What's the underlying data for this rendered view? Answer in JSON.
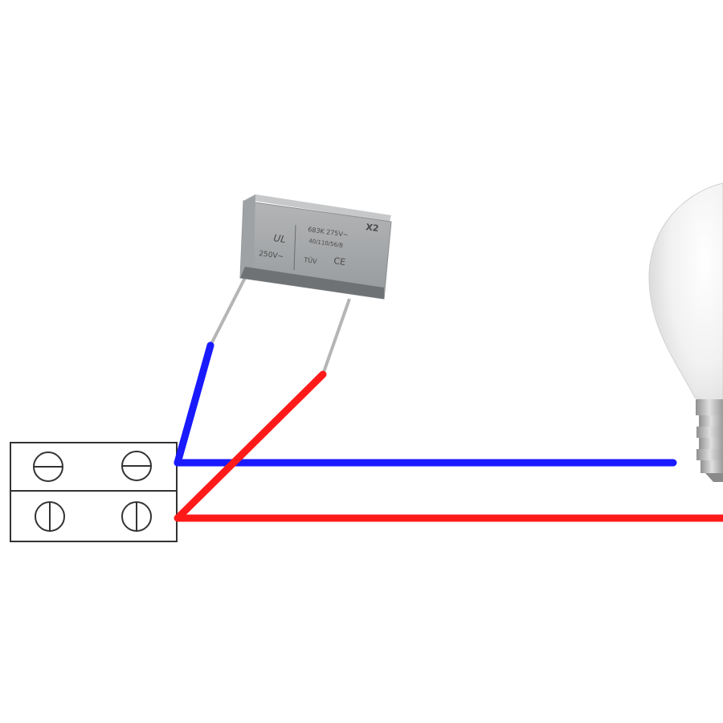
{
  "colors": {
    "background": "#ffffff",
    "wire_live": "#ff1a1a",
    "wire_neutral": "#1a1aff",
    "terminal_outline": "#333333",
    "capacitor_body": "#a9abad",
    "capacitor_top": "#c4c6c8",
    "capacitor_lead": "#b8b8b8",
    "bulb_glass": "#f3f3f3",
    "bulb_base": "#bcbcbc"
  },
  "capacitor": {
    "class_mark": "X2",
    "rating_line1": "683K 275V~",
    "rating_line2": "40/110/56/B",
    "voltage_mark": "250V~",
    "ul_mark": "UL",
    "tuv_mark": "TÜV",
    "ce_mark": "CE"
  },
  "icons": {
    "terminal_screw": "screw-slot-icon",
    "bulb": "light-bulb-icon",
    "capacitor": "x2-capacitor-icon"
  }
}
